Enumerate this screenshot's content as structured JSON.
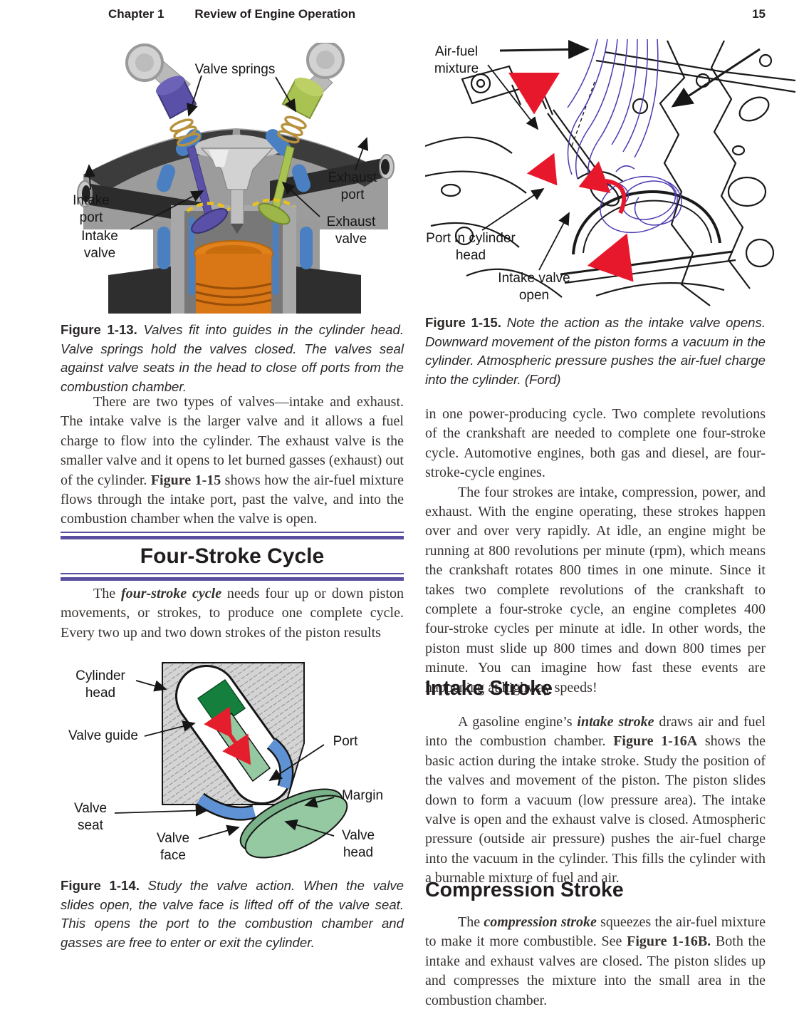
{
  "header": {
    "chapter": "Chapter 1",
    "title": "Review of Engine Operation",
    "page_number": "15"
  },
  "colors": {
    "heading_rule_purple": "#5a4f9e",
    "red_arrow": "#e41e2d",
    "flow_line_blue": "#4b3ab0",
    "valve_purple": "#5a50a8",
    "valve_green": "#a9c353",
    "piston_orange": "#e0811c",
    "coolant_blue": "#4a80c2",
    "guide_green": "#15803d",
    "stem_green": "#94c9a1",
    "seat_blue": "#5e92d4"
  },
  "fig13": {
    "labels": {
      "valve_springs": "Valve springs",
      "intake_port": "Intake port",
      "intake_valve": "Intake valve",
      "exhaust_port": "Exhaust port",
      "exhaust_valve": "Exhaust valve"
    },
    "caption_label": "Figure 1-13.",
    "caption_text": "Valves fit into guides in the cylinder head. Valve springs hold the valves closed. The valves seal against valve seats in the head to close off ports from the combustion chamber."
  },
  "fig14": {
    "labels": {
      "cylinder_head": "Cylinder head",
      "valve_guide": "Valve guide",
      "port": "Port",
      "margin": "Margin",
      "valve_seat": "Valve seat",
      "valve_face": "Valve face",
      "valve_head": "Valve head"
    },
    "caption_label": "Figure 1-14.",
    "caption_text": "Study the valve action. When the valve slides open, the valve face is lifted off of the valve seat. This opens the port to the combustion chamber and gasses are free to enter or exit the cylinder."
  },
  "fig15": {
    "labels": {
      "air_fuel_mixture": "Air-fuel mixture",
      "port_in_cylinder_head": "Port in cylinder head",
      "intake_valve_open": "Intake valve open"
    },
    "caption_label": "Figure 1-15.",
    "caption_text": "Note the action as the intake valve opens. Downward movement of the piston forms a vacuum in the cylinder. Atmospheric pressure pushes the air-fuel charge into the cylinder. (Ford)"
  },
  "sections": {
    "four_stroke_heading": "Four-Stroke Cycle",
    "intake_heading": "Intake Stroke",
    "compression_heading": "Compression Stroke"
  },
  "paragraphs": {
    "p1": [
      {
        "t": "There are two types of valves—intake and exhaust. The intake valve is the larger valve and it allows a fuel charge to flow into the cylinder. The exhaust valve is the smaller valve and it opens to let burned gasses (exhaust) out of the cylinder. ",
        "s": ""
      },
      {
        "t": "Figure 1-15",
        "s": "b"
      },
      {
        "t": " shows how the air-fuel mixture flows through the intake port, past the valve, and into the combustion chamber when the valve is open.",
        "s": ""
      }
    ],
    "p2": [
      {
        "t": "The ",
        "s": ""
      },
      {
        "t": "four-stroke cycle",
        "s": "bi"
      },
      {
        "t": " needs four up or down piston movements, or strokes, to produce one complete cycle. Every two up and two down strokes of the piston results",
        "s": ""
      }
    ],
    "p3": [
      {
        "t": "in one power-producing cycle. Two complete revolutions of the crankshaft are needed to complete one four-stroke cycle. Automotive engines, both gas and diesel, are four-stroke-cycle engines.",
        "s": ""
      }
    ],
    "p4": [
      {
        "t": "The four strokes are intake, compression, power, and exhaust. With the engine operating, these strokes happen over and over very rapidly. At idle, an engine might be running at 800 revolutions per minute (rpm), which means the crankshaft rotates 800 times in one minute. Since it takes two complete revolutions of the crankshaft to complete a four-stroke cycle, an engine completes 400 four-stroke cycles per minute at idle. In other words, the piston must slide up 800 times and down 800 times per minute. You can imagine how fast these events are happening at highway speeds!",
        "s": ""
      }
    ],
    "p5": [
      {
        "t": "A gasoline engine’s ",
        "s": ""
      },
      {
        "t": "intake stroke",
        "s": "bi"
      },
      {
        "t": " draws air and fuel into the combustion chamber. ",
        "s": ""
      },
      {
        "t": "Figure 1-16A",
        "s": "b"
      },
      {
        "t": " shows the basic action during the intake stroke. Study the position of the valves and movement of the piston. The piston slides down to form a vacuum (low pressure area). The intake valve is open and the exhaust valve is closed. Atmospheric pressure (outside air pressure) pushes the air-fuel charge into the vacuum in the cylinder. This fills the cylinder with a burnable mixture of fuel and air.",
        "s": ""
      }
    ],
    "p6": [
      {
        "t": "The ",
        "s": ""
      },
      {
        "t": "compression stroke",
        "s": "bi"
      },
      {
        "t": " squeezes the air-fuel mixture to make it more combustible. See ",
        "s": ""
      },
      {
        "t": "Figure 1-16B.",
        "s": "b"
      },
      {
        "t": " Both the intake and exhaust valves are closed. The piston slides up and compresses the mixture into the small area in the combustion chamber.",
        "s": ""
      }
    ]
  }
}
